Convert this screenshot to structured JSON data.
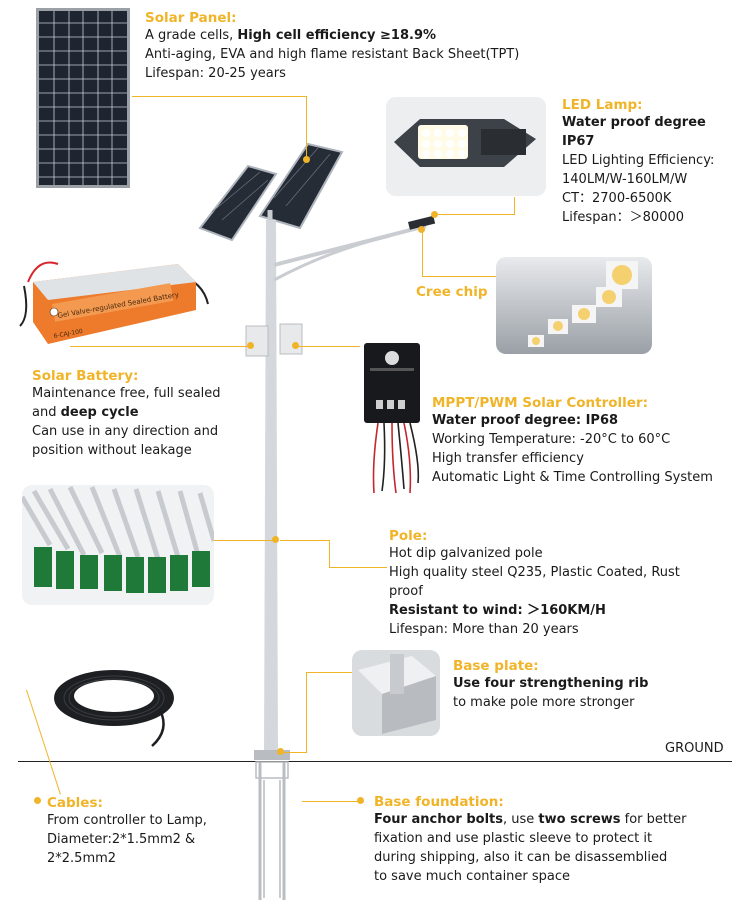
{
  "panel": {
    "title": "Solar Panel:",
    "l1_pre": "A grade cells, ",
    "l1_bold": "High cell efficiency ≥18.9%",
    "l2": "Anti-aging, EVA and high flame resistant Back Sheet(TPT)",
    "l3": "Lifespan: 20-25 years"
  },
  "led": {
    "title": "LED Lamp:",
    "bold1": "Water proof degree",
    "bold2": "IP67",
    "l1": "LED Lighting Efficiency:",
    "l2": "140LM/W-160LM/W",
    "l3": "CT：2700-6500K",
    "l4": "Lifespan：＞80000"
  },
  "cree": {
    "title": "Cree chip"
  },
  "battery": {
    "title": "Solar Battery:",
    "l1": "Maintenance free, full sealed",
    "l2_pre": "and ",
    "l2_bold": "deep cycle",
    "l3": "Can use in any direction and",
    "l4": "position without leakage",
    "label1": "Gel Valve-regulated Sealed Battery",
    "label2": "6-CAJ-100"
  },
  "controller": {
    "title": "MPPT/PWM Solar Controller:",
    "bold1": "Water proof degree: IP68",
    "l1": "Working Temperature: -20°C to 60°C",
    "l2": "High transfer efficiency",
    "l3": "Automatic Light & Time Controlling System"
  },
  "pole": {
    "title": "Pole:",
    "l1": "Hot dip galvanized pole",
    "l2": "High quality steel Q235, Plastic Coated, Rust",
    "l3": "proof",
    "bold1": "Resistant to wind: ＞160KM/H",
    "l4": "Lifespan: More than 20 years"
  },
  "baseplate": {
    "title": "Base plate:",
    "bold1": "Use four strengthening rib",
    "l1": "to make pole more stronger"
  },
  "ground": {
    "label": "GROUND"
  },
  "cables": {
    "title": "Cables:",
    "l1": "From controller to Lamp,",
    "l2": "Diameter:2*1.5mm2 &",
    "l3": "2*2.5mm2"
  },
  "foundation": {
    "title": "Base foundation:",
    "l1_bold1": "Four anchor bolts",
    "l1_mid": ", use ",
    "l1_bold2": "two screws",
    "l1_post": " for better",
    "l2": "fixation and use plastic sleeve to protect it",
    "l3": "during shipping, also it can be disassemblied",
    "l4": "to save much container space"
  },
  "colors": {
    "accent": "#f0b429",
    "text": "#1a1a1a"
  }
}
